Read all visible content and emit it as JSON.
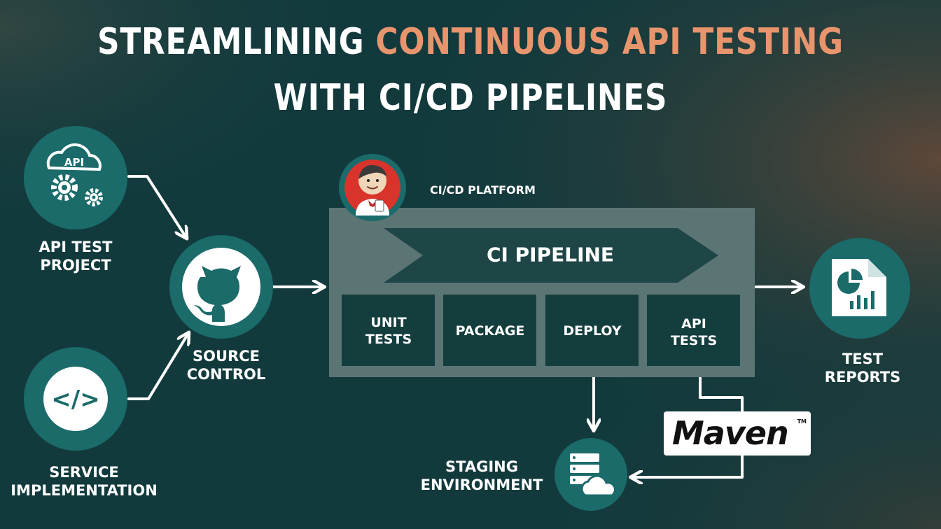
{
  "title": {
    "line1_plain": "STREAMLINING ",
    "line1_accent": "CONTINUOUS API TESTING",
    "line2": "WITH CI/CD PIPELINES"
  },
  "nodes": {
    "api_test_project": "API TEST\nPROJECT",
    "service_implementation": "SERVICE\nIMPLEMENTATION",
    "source_control": "SOURCE\nCONTROL",
    "cicd_platform": "CI/CD PLATFORM",
    "test_reports": "TEST REPORTS",
    "staging_environment": "STAGING\nENVIRONMENT"
  },
  "pipeline": {
    "label": "CI PIPELINE",
    "stages": [
      "UNIT\nTESTS",
      "PACKAGE",
      "DEPLOY",
      "API\nTESTS"
    ]
  },
  "icons": {
    "api_cloud_text": "API",
    "code_text": "</>",
    "maven_logo_text": "Maven",
    "maven_tm": "TM"
  },
  "colors": {
    "background": "#123a3d",
    "circle": "#1a6b6a",
    "accent": "#e8956d",
    "platform_box": "#5b7474",
    "stage_cell": "#143d3e",
    "arrow_banner": "#1f4647"
  }
}
